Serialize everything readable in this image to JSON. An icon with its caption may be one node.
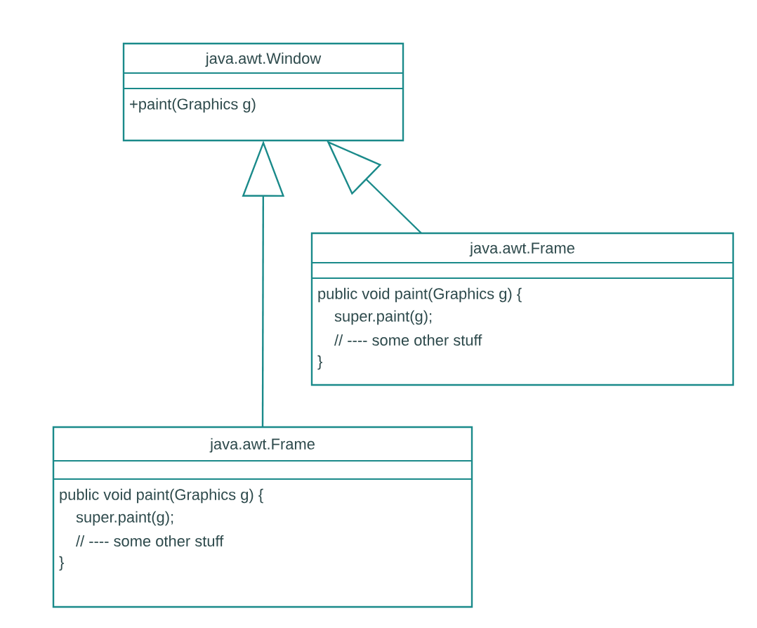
{
  "diagram": {
    "nodes": [
      {
        "text": [
          "java.awt.Window",
          "+paint(Graphics g)"
        ]
      },
      {
        "text": [
          "java.awt.Frame",
          "public void paint(Graphics g) {",
          "super.paint(g);",
          "// ---- some other stuff",
          "}"
        ]
      },
      {
        "text": [
          "java.awt.Frame",
          "public void paint(Graphics g) {",
          "super.paint(g);",
          "// ---- some other stuff",
          "}"
        ]
      }
    ],
    "edges": [
      {
        "from": 1,
        "to": 0,
        "arrow": "to"
      },
      {
        "from": 2,
        "to": 0,
        "arrow": "to"
      }
    ]
  }
}
